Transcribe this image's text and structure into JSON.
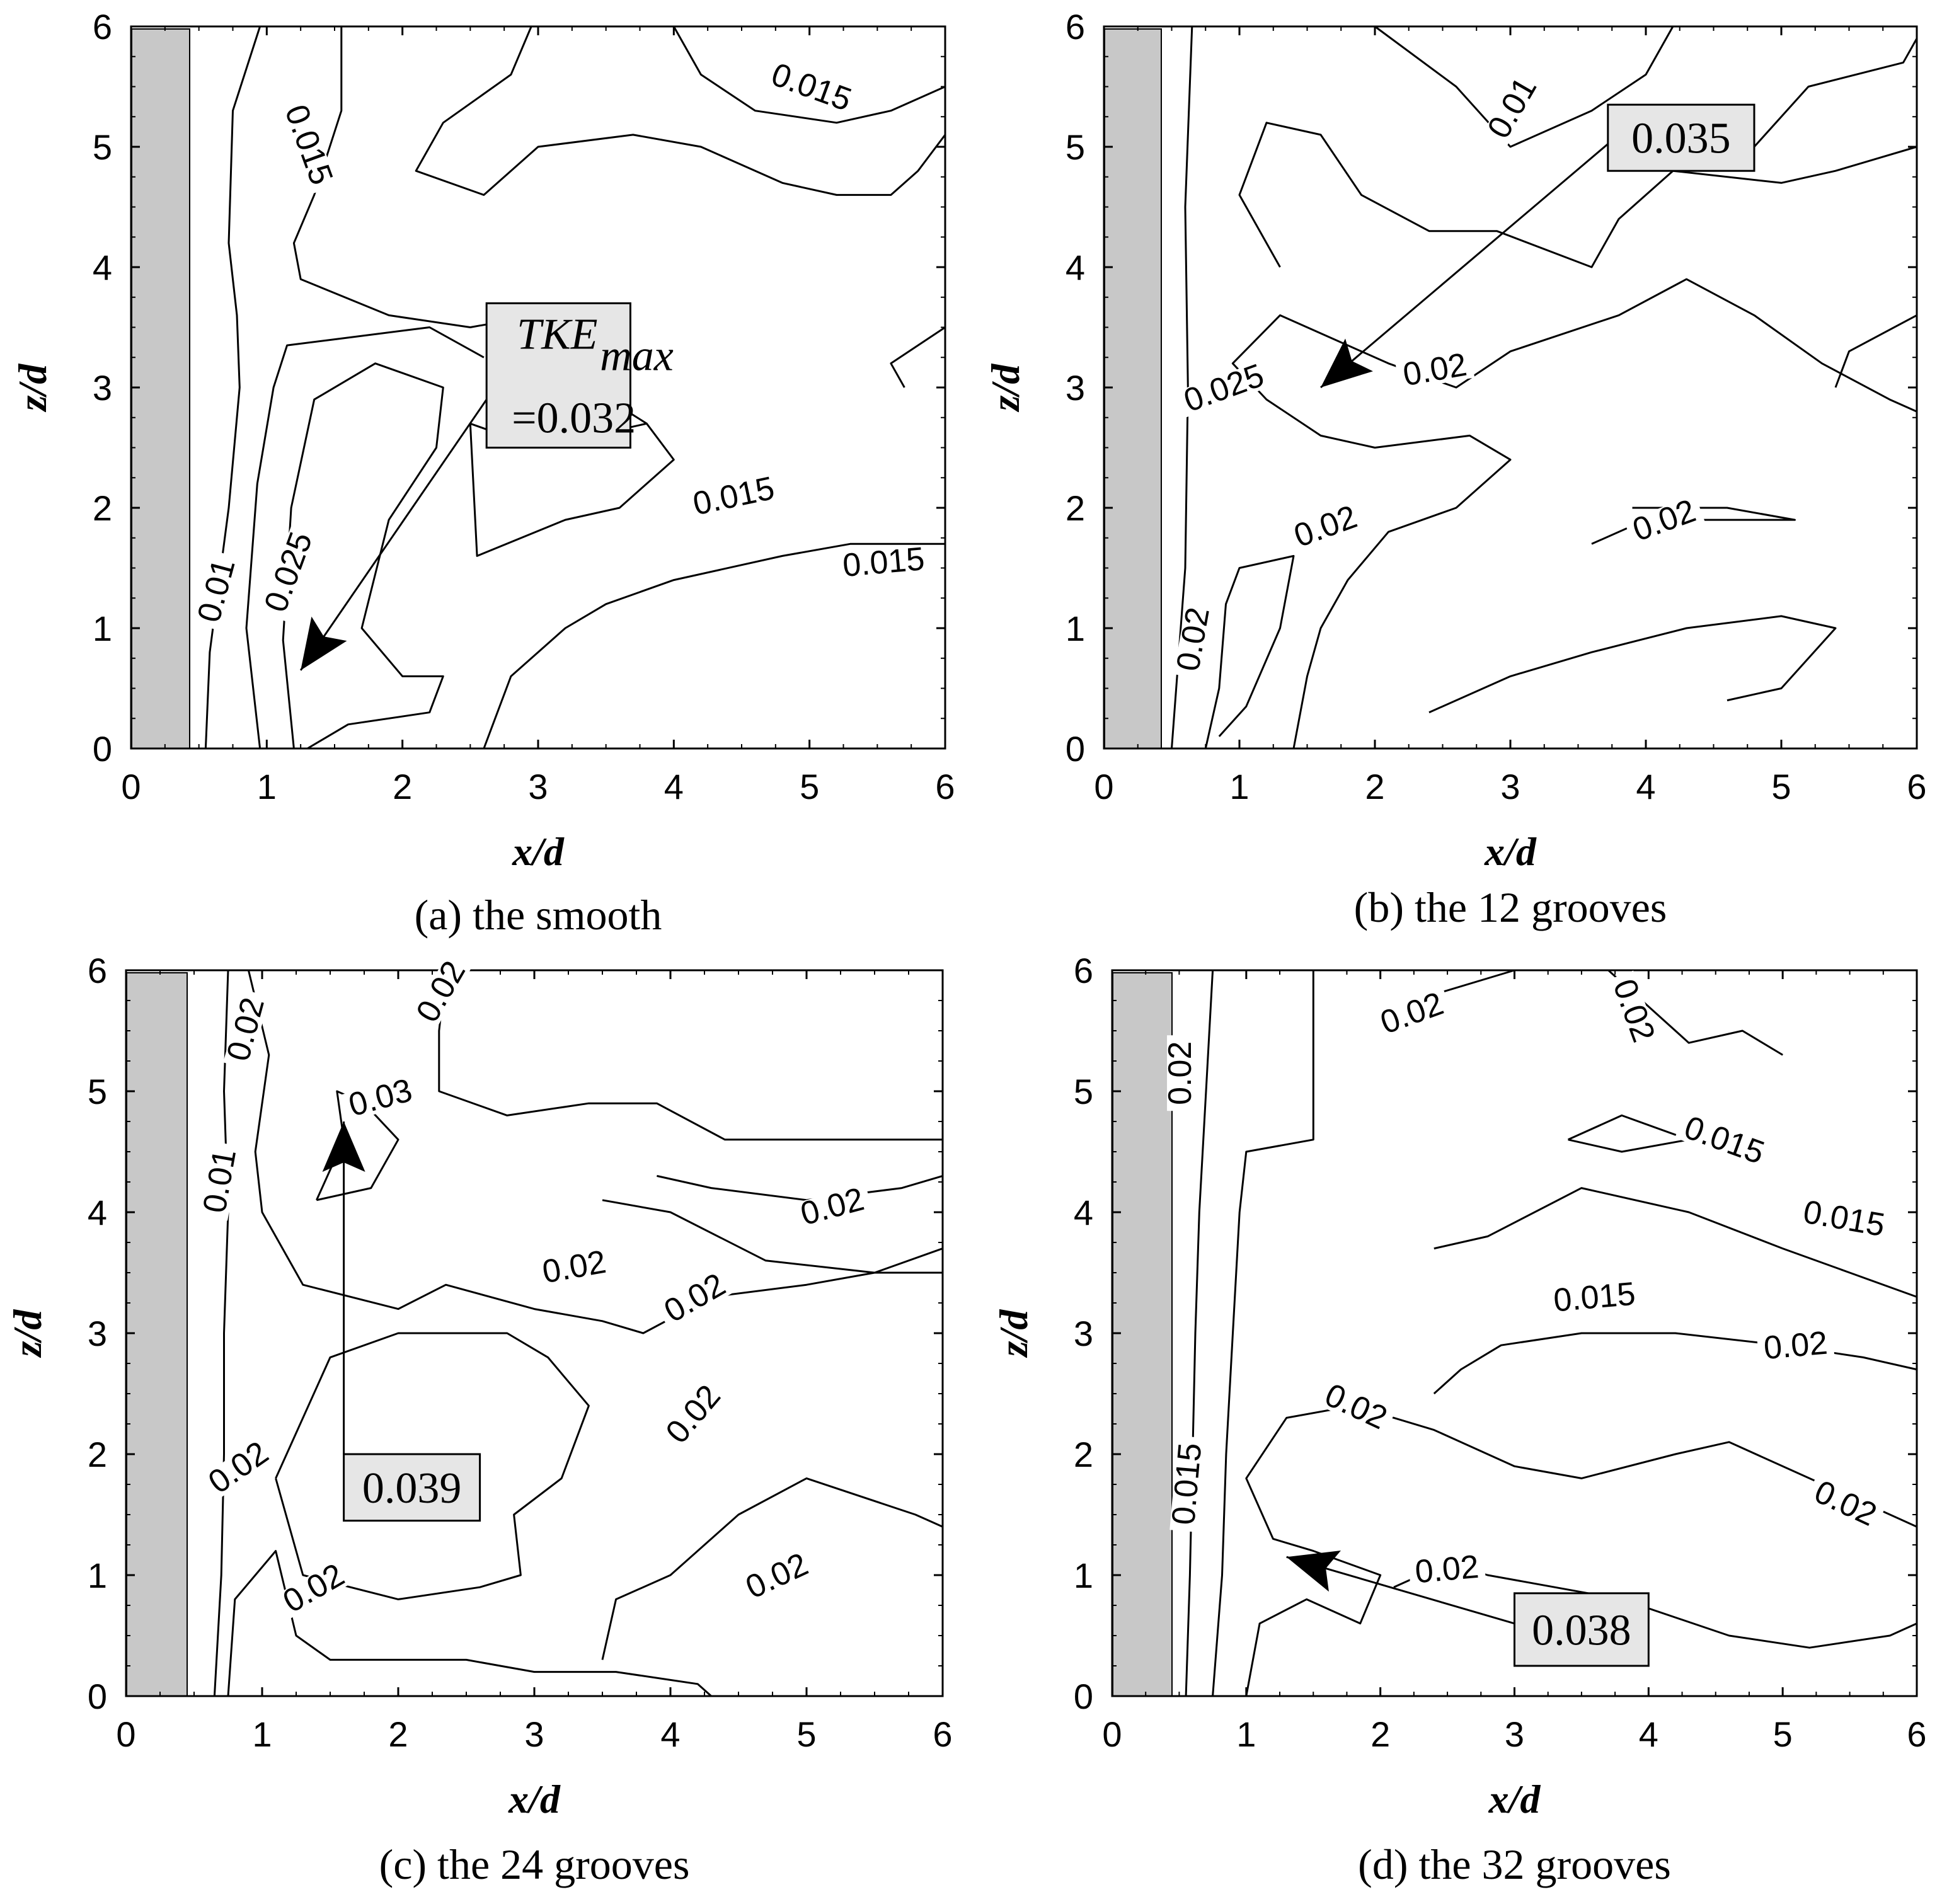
{
  "figure": {
    "panels": [
      {
        "caption": "(a) the smooth",
        "contour_labels": [
          {
            "text": "0.015",
            "x": 1.27,
            "z": 5.0,
            "angle": 70
          },
          {
            "text": "0.015",
            "x": 5.0,
            "z": 5.45,
            "angle": 20
          },
          {
            "text": "0.01",
            "x": 0.67,
            "z": 1.3,
            "angle": -75
          },
          {
            "text": "0.025",
            "x": 1.2,
            "z": 1.45,
            "angle": -70
          },
          {
            "text": "0.015",
            "x": 4.45,
            "z": 2.05,
            "angle": -12
          },
          {
            "text": "0.015",
            "x": 5.55,
            "z": 1.5,
            "angle": -5
          }
        ],
        "annotation": {
          "lines": [
            "TKE",
            "=0.032"
          ],
          "subscript": "max",
          "box": [
            2.62,
            3.68,
            2.5,
            3.7
          ],
          "arrow_from": [
            2.62,
            2.9
          ],
          "arrow_to": [
            1.25,
            0.65
          ]
        }
      },
      {
        "caption": "(b) the 12 grooves",
        "contour_labels": [
          {
            "text": "0.01",
            "x": 3.05,
            "z": 5.3,
            "angle": -60
          },
          {
            "text": "0.025",
            "x": 0.9,
            "z": 2.95,
            "angle": -20
          },
          {
            "text": "0.02",
            "x": 2.45,
            "z": 3.1,
            "angle": -10
          },
          {
            "text": "0.02",
            "x": 1.65,
            "z": 1.8,
            "angle": -20
          },
          {
            "text": "0.02",
            "x": 4.15,
            "z": 1.85,
            "angle": -20
          },
          {
            "text": "0.02",
            "x": 0.7,
            "z": 0.9,
            "angle": -80
          }
        ],
        "annotation": {
          "lines": [
            "0.035"
          ],
          "box": [
            3.72,
            4.8,
            4.8,
            5.35
          ],
          "arrow_from": [
            3.8,
            5.1
          ],
          "arrow_to": [
            1.6,
            3.0
          ]
        }
      },
      {
        "caption": "(c) the 24 grooves",
        "contour_labels": [
          {
            "text": "0.02",
            "x": 2.35,
            "z": 5.8,
            "angle": -60
          },
          {
            "text": "0.02",
            "x": 0.92,
            "z": 5.5,
            "angle": -75
          },
          {
            "text": "0.03",
            "x": 1.88,
            "z": 4.9,
            "angle": -15
          },
          {
            "text": "0.01",
            "x": 0.73,
            "z": 4.25,
            "angle": -80
          },
          {
            "text": "0.02",
            "x": 5.2,
            "z": 4.0,
            "angle": -15
          },
          {
            "text": "0.02",
            "x": 3.3,
            "z": 3.5,
            "angle": -10
          },
          {
            "text": "0.02",
            "x": 4.2,
            "z": 3.25,
            "angle": -30
          },
          {
            "text": "0.02",
            "x": 4.2,
            "z": 2.3,
            "angle": -50
          },
          {
            "text": "0.02",
            "x": 0.85,
            "z": 1.85,
            "angle": -35
          },
          {
            "text": "0.02",
            "x": 1.4,
            "z": 0.85,
            "angle": -30
          },
          {
            "text": "0.02",
            "x": 4.8,
            "z": 0.95,
            "angle": -25
          }
        ],
        "annotation": {
          "lines": [
            "0.039"
          ],
          "box": [
            1.6,
            2.6,
            1.45,
            2.0
          ],
          "arrow_from": [
            1.6,
            2.0
          ],
          "arrow_to": [
            1.6,
            4.75
          ]
        }
      },
      {
        "caption": "(d) the 32 grooves",
        "contour_labels": [
          {
            "text": "0.02",
            "x": 2.25,
            "z": 5.6,
            "angle": -20
          },
          {
            "text": "0.02",
            "x": 3.85,
            "z": 5.65,
            "angle": 70
          },
          {
            "text": "0.02",
            "x": 0.55,
            "z": 5.15,
            "angle": -90
          },
          {
            "text": "0.015",
            "x": 4.55,
            "z": 4.55,
            "angle": 20
          },
          {
            "text": "0.015",
            "x": 5.45,
            "z": 3.9,
            "angle": 10
          },
          {
            "text": "0.015",
            "x": 3.6,
            "z": 3.25,
            "angle": -5
          },
          {
            "text": "0.02",
            "x": 5.1,
            "z": 2.85,
            "angle": -5
          },
          {
            "text": "0.02",
            "x": 1.8,
            "z": 2.35,
            "angle": 25
          },
          {
            "text": "0.015",
            "x": 0.6,
            "z": 1.75,
            "angle": -85
          },
          {
            "text": "0.02",
            "x": 5.45,
            "z": 1.55,
            "angle": 25
          },
          {
            "text": "0.02",
            "x": 2.5,
            "z": 1.0,
            "angle": -5
          }
        ],
        "annotation": {
          "lines": [
            "0.038"
          ],
          "box": [
            3.0,
            4.0,
            0.25,
            0.85
          ],
          "arrow_from": [
            3.0,
            0.6
          ],
          "arrow_to": [
            1.3,
            1.15
          ]
        }
      }
    ]
  },
  "chart_data": [
    {
      "type": "contour",
      "title": "(a) the smooth",
      "xlabel": "x/d",
      "ylabel": "z/d",
      "xlim": [
        0,
        6
      ],
      "ylim": [
        0,
        6
      ],
      "xticks": [
        "0",
        "1",
        "2",
        "3",
        "4",
        "5",
        "6"
      ],
      "yticks": [
        "0",
        "1",
        "2",
        "3",
        "4",
        "5",
        "6"
      ],
      "cylinder_x_range": [
        0,
        0.42
      ],
      "contour_levels": [
        0.01,
        0.015,
        0.025
      ],
      "max_annotation": {
        "label": "TKE",
        "subscript": "max",
        "value": "=0.032",
        "x": 1.25,
        "z": 0.65
      }
    },
    {
      "type": "contour",
      "title": "(b) the 12 grooves",
      "xlabel": "x/d",
      "ylabel": "z/d",
      "xlim": [
        0,
        6
      ],
      "ylim": [
        0,
        6
      ],
      "xticks": [
        "0",
        "1",
        "2",
        "3",
        "4",
        "5",
        "6"
      ],
      "yticks": [
        "0",
        "1",
        "2",
        "3",
        "4",
        "5",
        "6"
      ],
      "cylinder_x_range": [
        0,
        0.45
      ],
      "contour_levels": [
        0.01,
        0.02,
        0.025
      ],
      "max_annotation": {
        "value": "0.035",
        "x": 1.6,
        "z": 3.0
      }
    },
    {
      "type": "contour",
      "title": "(c) the 24 grooves",
      "xlabel": "x/d",
      "ylabel": "z/d",
      "xlim": [
        0,
        6
      ],
      "ylim": [
        0,
        6
      ],
      "xticks": [
        "0",
        "1",
        "2",
        "3",
        "4",
        "5",
        "6"
      ],
      "yticks": [
        "0",
        "1",
        "2",
        "3",
        "4",
        "5",
        "6"
      ],
      "cylinder_x_range": [
        0,
        0.45
      ],
      "contour_levels": [
        0.01,
        0.02,
        0.03
      ],
      "max_annotation": {
        "value": "0.039",
        "x": 1.6,
        "z": 4.75
      }
    },
    {
      "type": "contour",
      "title": "(d) the 32 grooves",
      "xlabel": "x/d",
      "ylabel": "z/d",
      "xlim": [
        0,
        6
      ],
      "ylim": [
        0,
        6
      ],
      "xticks": [
        "0",
        "1",
        "2",
        "3",
        "4",
        "5",
        "6"
      ],
      "yticks": [
        "0",
        "1",
        "2",
        "3",
        "4",
        "5",
        "6"
      ],
      "cylinder_x_range": [
        0,
        0.45
      ],
      "contour_levels": [
        0.015,
        0.02
      ],
      "max_annotation": {
        "value": "0.038",
        "x": 1.3,
        "z": 1.15
      }
    }
  ]
}
